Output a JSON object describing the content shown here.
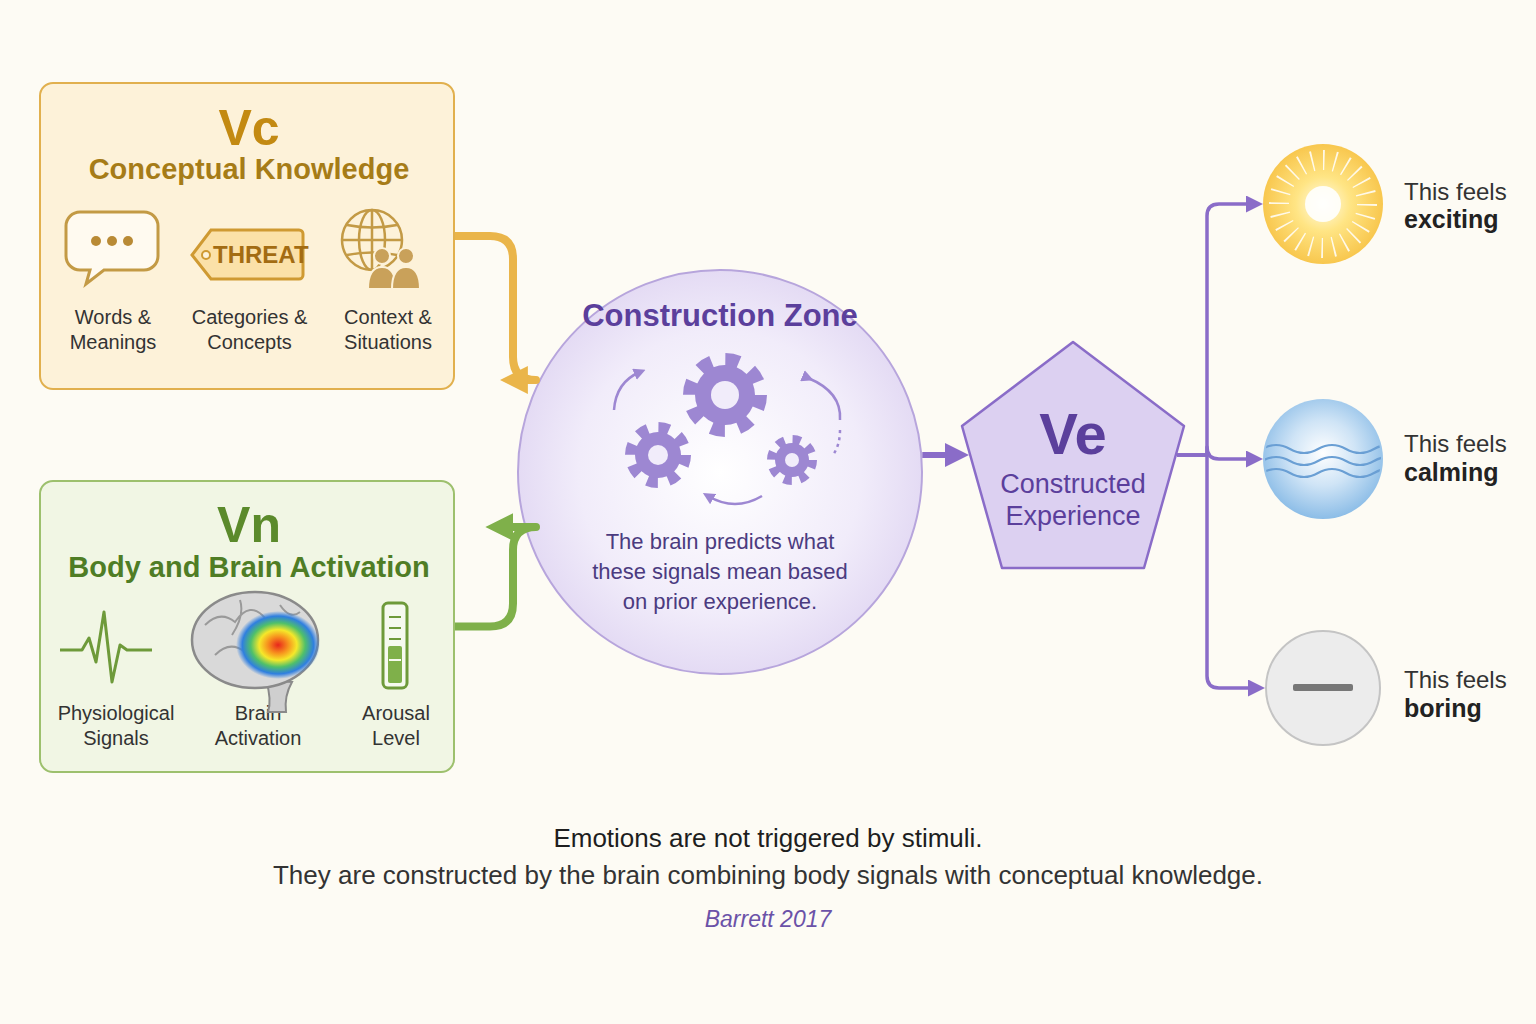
{
  "diagram": {
    "caption": "Emotions are not triggered by stimuli.",
    "nodes": [
      {
        "text": [
          "Vc",
          "Conceptual Knowledge",
          "Words & Meanings",
          "Categories & Concepts",
          "Context & Situations"
        ]
      },
      {
        "text": [
          "THREAT"
        ],
        "in": 0
      },
      {
        "text": [
          "Vn",
          "Body and Brain Activation",
          "Physiological Signals",
          "Brain Activation",
          "Arousal Level"
        ]
      },
      {
        "text": [
          "Construction Zone",
          "The brain predicts what these signals mean based on prior experience."
        ]
      },
      {
        "text": [
          "Ve",
          "Constructed Experience"
        ]
      },
      {
        "text": [
          "This feels",
          "exciting"
        ]
      },
      {
        "text": [
          "This feels",
          "calming"
        ]
      },
      {
        "text": [
          "This feels",
          "boring"
        ]
      }
    ],
    "edges": [
      {
        "from": 0,
        "to": 3,
        "arrow": "to"
      },
      {
        "from": 2,
        "to": 3,
        "arrow": "to"
      },
      {
        "from": 3,
        "to": 4,
        "arrow": "to"
      },
      {
        "from": 4,
        "to": 5,
        "arrow": "to"
      },
      {
        "from": 4,
        "to": 6,
        "arrow": "to"
      },
      {
        "from": 4,
        "to": 7,
        "arrow": "to"
      }
    ],
    "labels": [
      "They are constructed by the brain combining body signals with conceptual knowledge.",
      "Barrett 2017"
    ]
  }
}
